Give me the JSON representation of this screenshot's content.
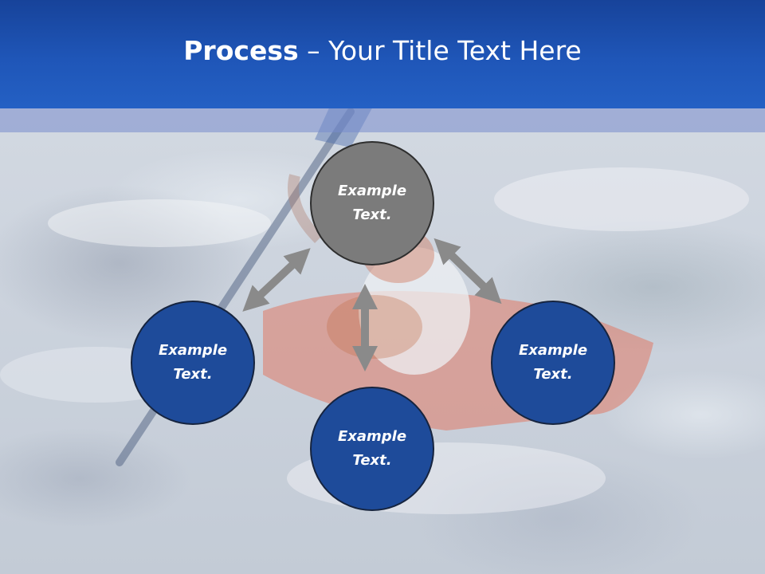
{
  "slide": {
    "title_bold": "Process",
    "title_rest": " – Your Title Text Here"
  },
  "nodes": [
    {
      "id": "top",
      "line1": "Example",
      "line2": "Text."
    },
    {
      "id": "left",
      "line1": "Example",
      "line2": "Text."
    },
    {
      "id": "right",
      "line1": "Example",
      "line2": "Text."
    },
    {
      "id": "bottom",
      "line1": "Example",
      "line2": "Text."
    }
  ],
  "colors": {
    "header": "#1f56b8",
    "node_blue": "#1e4b9a",
    "node_gray": "#7b7b7b",
    "arrow": "#8a8a8a"
  }
}
